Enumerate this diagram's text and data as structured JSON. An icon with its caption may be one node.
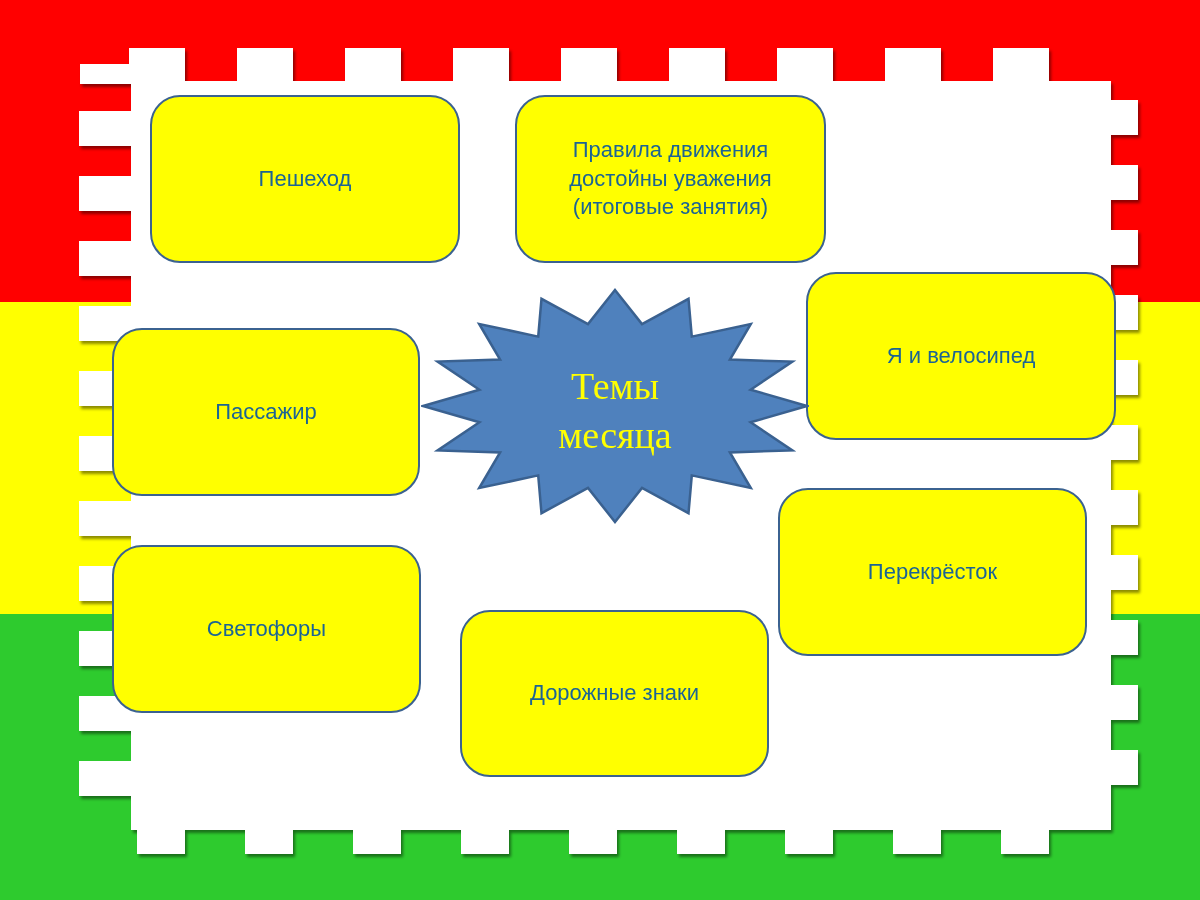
{
  "diagram": {
    "nodes": [
      {
        "text": [
          "Пешеход"
        ]
      },
      {
        "text": [
          "Правила движения достойны уважения (итоговые занятия)"
        ]
      },
      {
        "text": [
          "Я и велосипед"
        ]
      },
      {
        "text": [
          "Пассажир"
        ]
      },
      {
        "text": [
          "Темы месяца"
        ]
      },
      {
        "text": [
          "Перекрёсток"
        ]
      },
      {
        "text": [
          "Светофоры"
        ]
      },
      {
        "text": [
          "Дорожные знаки"
        ]
      }
    ]
  }
}
